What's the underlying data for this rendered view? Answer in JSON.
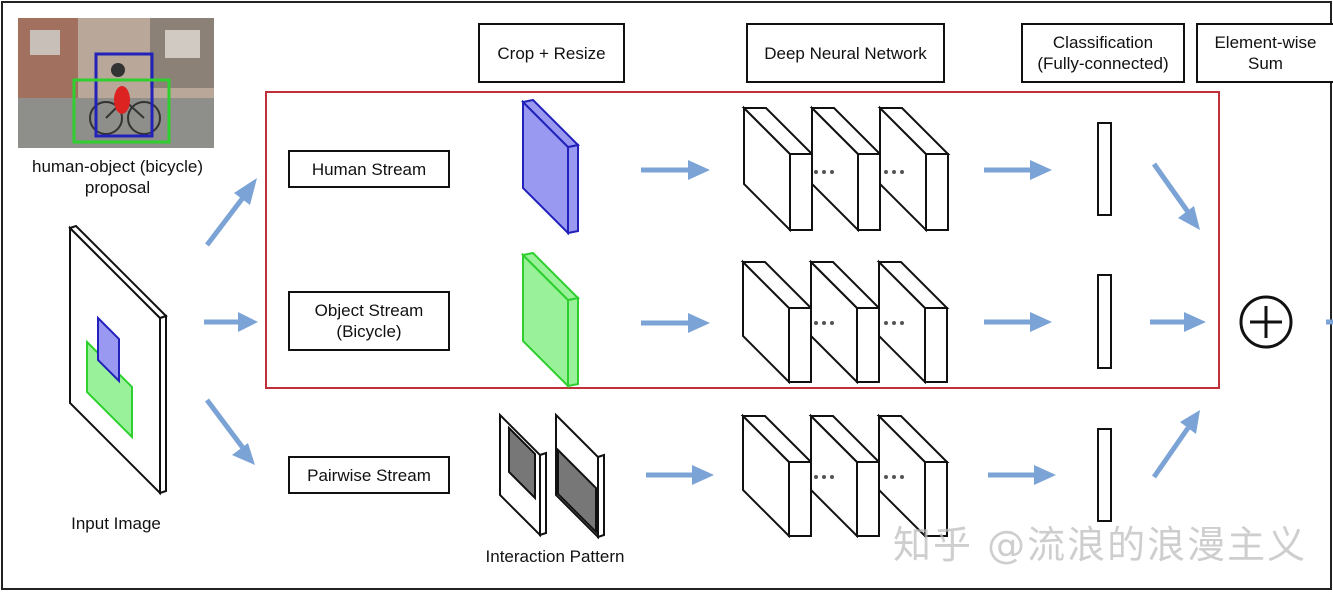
{
  "headers": {
    "crop": "Crop + Resize",
    "dnn": "Deep Neural Network",
    "classification": "Classification\n(Fully-connected)",
    "sum": "Element-wise\nSum"
  },
  "streams": {
    "human": "Human Stream",
    "object": "Object Stream\n(Bicycle)",
    "pairwise": "Pairwise Stream"
  },
  "labels": {
    "proposal": "human-object (bicycle)\nproposal",
    "input_image": "Input Image",
    "interaction_pattern": "Interaction Pattern"
  },
  "watermark": "知乎 @流浪的浪漫主义",
  "colors": {
    "arrow": "#7ba3d6",
    "human_box": "#2222bb",
    "human_fill": "#9999f2",
    "object_box": "#2fcf2f",
    "object_fill": "#99f299",
    "highlight": "#c0303a",
    "pattern_fill": "#777777"
  }
}
